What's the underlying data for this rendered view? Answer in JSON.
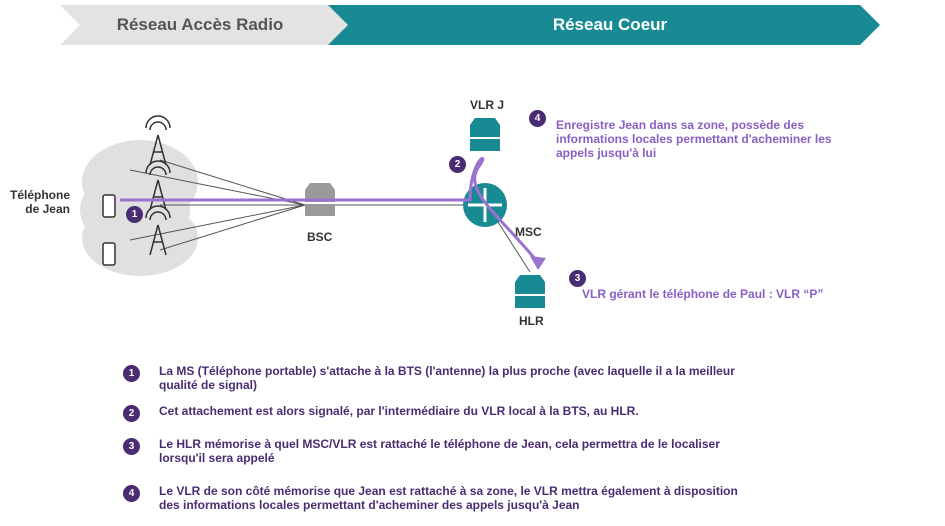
{
  "banner": {
    "left": "Réseau Accès Radio",
    "right": "Réseau Coeur"
  },
  "labels": {
    "phone": "Téléphone\nde Jean",
    "bsc": "BSC",
    "vlr": "VLR J",
    "msc": "MSC",
    "hlr": "HLR"
  },
  "notes": {
    "n4": "Enregistre Jean dans sa zone, possède des informations locales permettant d'acheminer les appels jusqu'à lui",
    "n3": "VLR gérant le téléphone de Paul : VLR “P”"
  },
  "badges": [
    "1",
    "2",
    "3",
    "4"
  ],
  "legend": [
    {
      "num": "1",
      "text": "La MS (Téléphone portable) s'attache à la BTS (l'antenne) la plus proche (avec laquelle il a la meilleur qualité de signal)"
    },
    {
      "num": "2",
      "text": "Cet attachement est alors signalé, par l'intermédiaire du VLR local à la BTS, au HLR."
    },
    {
      "num": "3",
      "text": "Le HLR mémorise à quel MSC/VLR est rattaché le téléphone de Jean, cela permettra de le localiser lorsqu'il sera appelé"
    },
    {
      "num": "4",
      "text": "Le VLR de son côté mémorise que Jean est rattaché à sa zone, le VLR mettra également à disposition des informations locales permettant d'acheminer des appels jusqu'à Jean"
    }
  ],
  "colors": {
    "teal": "#178a94",
    "grey": "#e0e0e0",
    "purple": "#9b72cf",
    "navy": "#4a2c72"
  }
}
